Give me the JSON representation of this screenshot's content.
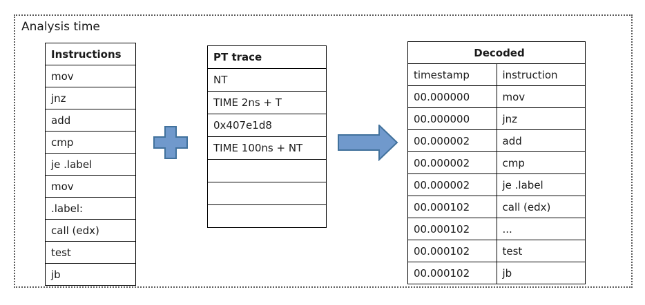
{
  "diagram": {
    "label": "Analysis time"
  },
  "colors": {
    "shape_fill": "#7099cc",
    "shape_stroke": "#41719c",
    "table_border": "#000000",
    "outer_border": "#595959"
  },
  "instructions_table": {
    "header": "Instructions",
    "rows": [
      "mov",
      "jnz",
      "add",
      "cmp",
      "je .label",
      "mov",
      ".label:",
      "call (edx)",
      "test",
      "jb"
    ]
  },
  "pt_trace_table": {
    "header": "PT trace",
    "rows": [
      "NT",
      "TIME 2ns + T",
      "0x407e1d8",
      "TIME 100ns + NT",
      "",
      "",
      ""
    ]
  },
  "decoded_table": {
    "header": "Decoded",
    "columns": [
      "timestamp",
      "instruction"
    ],
    "rows": [
      [
        "00.000000",
        "mov"
      ],
      [
        "00.000000",
        "jnz"
      ],
      [
        "00.000002",
        "add"
      ],
      [
        "00.000002",
        "cmp"
      ],
      [
        "00.000002",
        "je .label"
      ],
      [
        "00.000102",
        "call (edx)"
      ],
      [
        "00.000102",
        "..."
      ],
      [
        "00.000102",
        "test"
      ],
      [
        "00.000102",
        "jb"
      ]
    ]
  }
}
